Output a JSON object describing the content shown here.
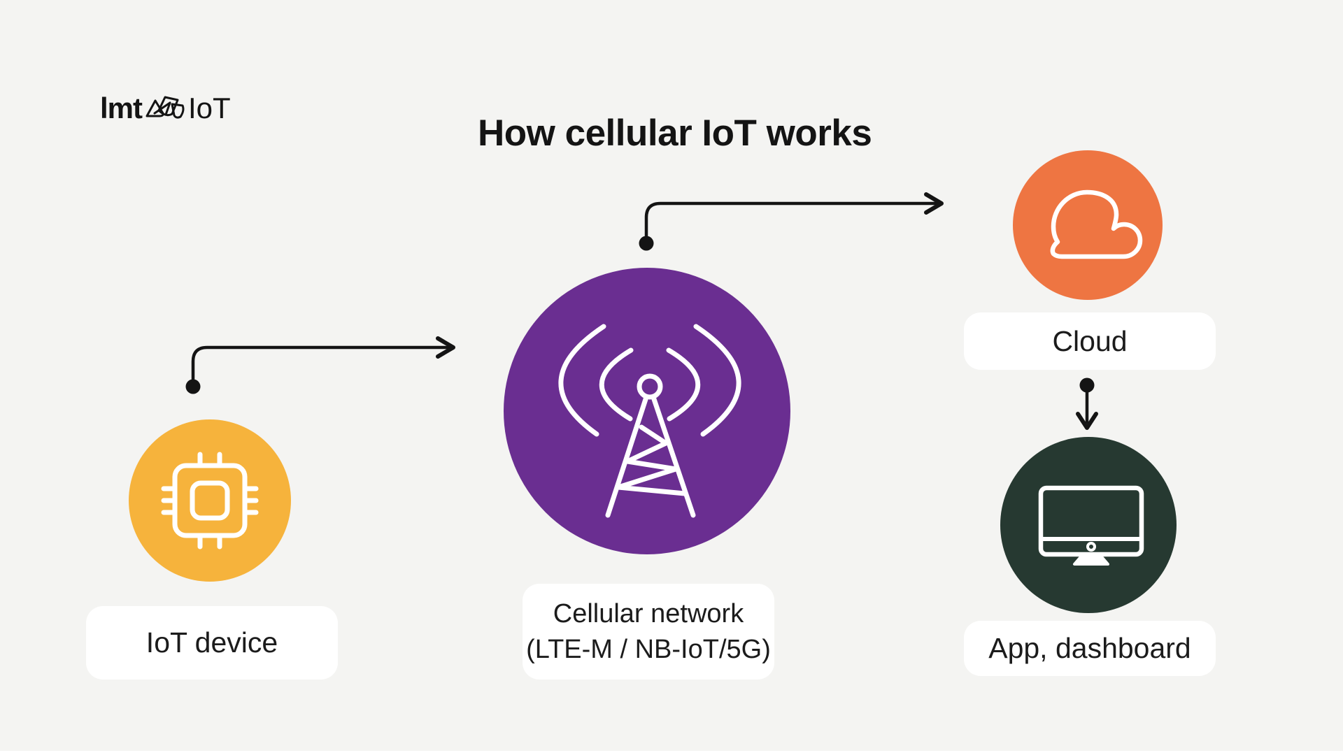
{
  "page": {
    "title": "How cellular IoT works",
    "background_color": "#F4F4F2",
    "text_color": "#1B1B1B",
    "arrow_color": "#141414"
  },
  "logo": {
    "brand": "lmt",
    "product": "IoT",
    "mark_icon": "crumple-mark-icon"
  },
  "nodes": [
    {
      "id": "iot-device",
      "label": "IoT device",
      "circle_color": "#F6B33C",
      "icon": "chip-icon"
    },
    {
      "id": "cellular-network",
      "label_line1": "Cellular network",
      "label_line2": "(LTE-M / NB-IoT/5G)",
      "circle_color": "#6A2E91",
      "icon": "cell-tower-icon"
    },
    {
      "id": "cloud",
      "label": "Cloud",
      "circle_color": "#EE7542",
      "icon": "cloud-icon"
    },
    {
      "id": "app-dashboard",
      "label": "App, dashboard",
      "circle_color": "#263931",
      "icon": "monitor-icon"
    }
  ],
  "connections": [
    {
      "from": "iot-device",
      "to": "cellular-network",
      "shape": "elbow-up-right"
    },
    {
      "from": "cellular-network",
      "to": "cloud",
      "shape": "elbow-up-right"
    },
    {
      "from": "cloud",
      "to": "app-dashboard",
      "shape": "straight-down"
    }
  ]
}
